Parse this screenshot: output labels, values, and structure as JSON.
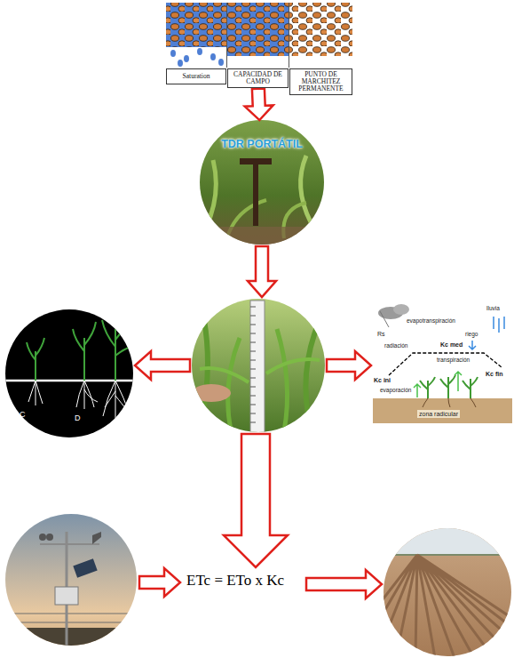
{
  "diagram": {
    "nodes": [
      {
        "text": [
          "Saturation"
        ]
      },
      {
        "text": [
          "CAPACIDAD DE CAMPO"
        ]
      },
      {
        "text": [
          "PUNTO DE MARCHITEZ PERMANENTE"
        ]
      },
      {
        "text": [
          "TDR PORTÁTIL"
        ]
      }
    ],
    "edges": [
      {
        "from": 1,
        "to": 3,
        "arrow": "to"
      }
    ],
    "labels": [
      "C",
      "D",
      "Rs",
      "radiación",
      "evapotranspiración",
      "lluvia",
      "riego",
      "Kc med",
      "Kc ini",
      "Kc fin",
      "transpiración",
      "evaporación",
      "zona radicular",
      "ETc = ETo x Kc"
    ]
  }
}
